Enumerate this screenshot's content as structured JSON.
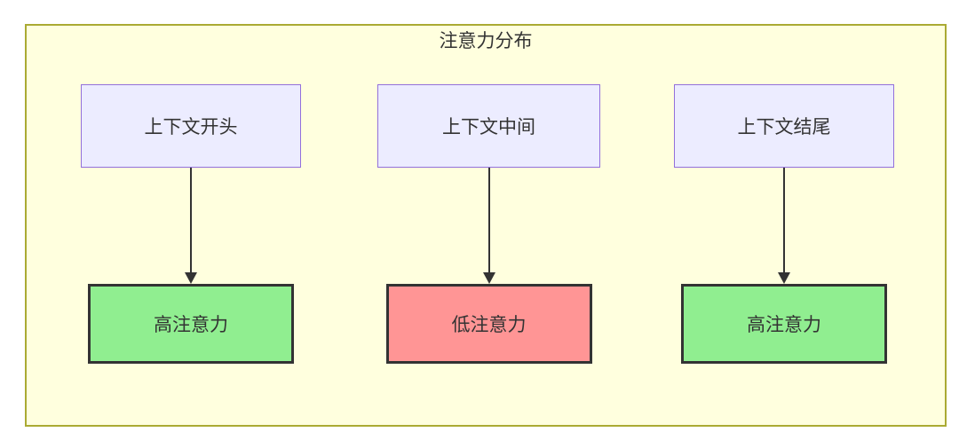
{
  "diagram": {
    "title": "注意力分布",
    "columns": [
      {
        "source": "上下文开头",
        "target": "高注意力",
        "attention_level": "high"
      },
      {
        "source": "上下文中间",
        "target": "低注意力",
        "attention_level": "low"
      },
      {
        "source": "上下文结尾",
        "target": "高注意力",
        "attention_level": "high"
      }
    ],
    "colors": {
      "canvas_fill": "#ffffde",
      "canvas_border": "#aaaa33",
      "source_node_fill": "#ececff",
      "source_node_border": "#9370db",
      "high_attention_fill": "#90ee90",
      "low_attention_fill": "#ff9595",
      "target_node_border": "#333333",
      "arrow": "#333333",
      "text": "#333333"
    }
  }
}
